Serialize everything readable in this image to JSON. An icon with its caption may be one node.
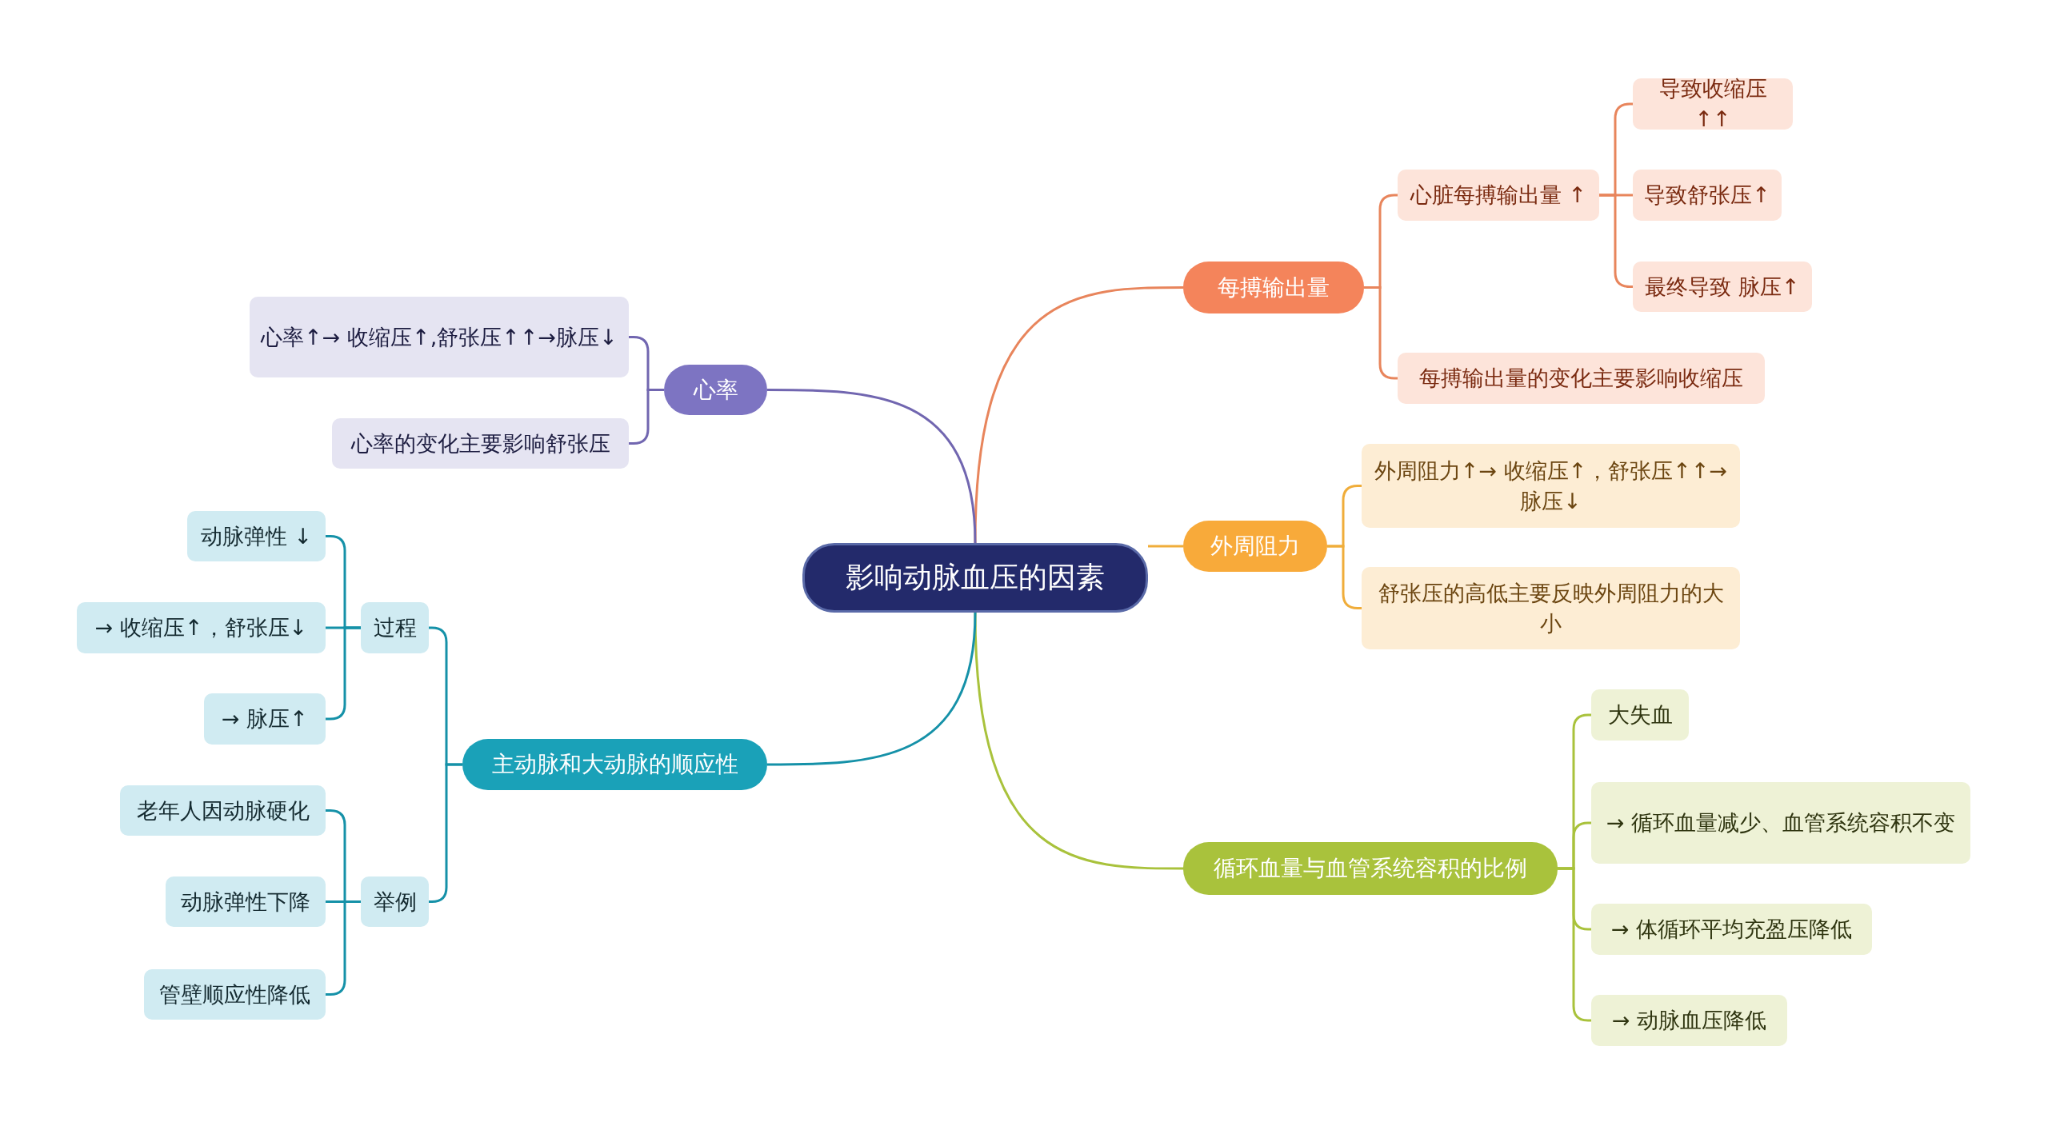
{
  "diagram": {
    "nodes": [
      {
        "text": [
          "影响动脉血压的因素"
        ]
      },
      {
        "text": [
          "每搏输出量"
        ]
      },
      {
        "text": [
          "心脏每搏输出量 ↑"
        ]
      },
      {
        "text": [
          "导致收缩压↑↑"
        ]
      },
      {
        "text": [
          "导致舒张压↑"
        ]
      },
      {
        "text": [
          "最终导致 脉压↑"
        ]
      },
      {
        "text": [
          "每搏输出量的变化主要影响收缩压"
        ]
      },
      {
        "text": [
          "外周阻力"
        ]
      },
      {
        "text": [
          "外周阻力↑→ 收缩压↑，舒张压↑↑→ 脉压↓"
        ]
      },
      {
        "text": [
          "舒张压的高低主要反映外周阻力的大小"
        ]
      },
      {
        "text": [
          "循环血量与血管系统容积的比例"
        ]
      },
      {
        "text": [
          "大失血"
        ]
      },
      {
        "text": [
          "→ 循环血量减少、血管系统容积不变"
        ]
      },
      {
        "text": [
          "→ 体循环平均充盈压降低"
        ]
      },
      {
        "text": [
          "→ 动脉血压降低"
        ]
      },
      {
        "text": [
          "心率"
        ]
      },
      {
        "text": [
          "心率↑→ 收缩压↑,舒张压↑↑→脉压↓"
        ]
      },
      {
        "text": [
          "心率的变化主要影响舒张压"
        ]
      },
      {
        "text": [
          "主动脉和大动脉的顺应性"
        ]
      },
      {
        "text": [
          "过程"
        ]
      },
      {
        "text": [
          "动脉弹性 ↓"
        ]
      },
      {
        "text": [
          "→  收缩压↑，舒张压↓"
        ]
      },
      {
        "text": [
          "→  脉压↑"
        ]
      },
      {
        "text": [
          "举例"
        ]
      },
      {
        "text": [
          "老年人因动脉硬化"
        ]
      },
      {
        "text": [
          "动脉弹性下降"
        ]
      },
      {
        "text": [
          "管壁顺应性降低"
        ]
      }
    ],
    "edges": [
      {
        "from": 0,
        "to": 1,
        "arrow": "none",
        "color": "#e8855c"
      },
      {
        "from": 1,
        "to": 2,
        "arrow": "none",
        "color": "#e8855c"
      },
      {
        "from": 2,
        "to": 3,
        "arrow": "none",
        "color": "#e8855c"
      },
      {
        "from": 2,
        "to": 4,
        "arrow": "none",
        "color": "#e8855c"
      },
      {
        "from": 2,
        "to": 5,
        "arrow": "none",
        "color": "#e8855c"
      },
      {
        "from": 1,
        "to": 6,
        "arrow": "none",
        "color": "#e8855c"
      },
      {
        "from": 0,
        "to": 7,
        "arrow": "none",
        "color": "#f0ad3a"
      },
      {
        "from": 7,
        "to": 8,
        "arrow": "none",
        "color": "#f0ad3a"
      },
      {
        "from": 7,
        "to": 9,
        "arrow": "none",
        "color": "#f0ad3a"
      },
      {
        "from": 0,
        "to": 10,
        "arrow": "none",
        "color": "#a9c23c"
      },
      {
        "from": 10,
        "to": 11,
        "arrow": "none",
        "color": "#a9c23c"
      },
      {
        "from": 10,
        "to": 12,
        "arrow": "none",
        "color": "#a9c23c"
      },
      {
        "from": 10,
        "to": 13,
        "arrow": "none",
        "color": "#a9c23c"
      },
      {
        "from": 10,
        "to": 14,
        "arrow": "none",
        "color": "#a9c23c"
      },
      {
        "from": 0,
        "to": 15,
        "arrow": "none",
        "color": "#7166b0"
      },
      {
        "from": 15,
        "to": 16,
        "arrow": "none",
        "color": "#7166b0"
      },
      {
        "from": 15,
        "to": 17,
        "arrow": "none",
        "color": "#7166b0"
      },
      {
        "from": 0,
        "to": 18,
        "arrow": "none",
        "color": "#1591a8"
      },
      {
        "from": 18,
        "to": 19,
        "arrow": "none",
        "color": "#1591a8"
      },
      {
        "from": 19,
        "to": 20,
        "arrow": "none",
        "color": "#1591a8"
      },
      {
        "from": 19,
        "to": 21,
        "arrow": "none",
        "color": "#1591a8"
      },
      {
        "from": 19,
        "to": 22,
        "arrow": "none",
        "color": "#1591a8"
      },
      {
        "from": 18,
        "to": 23,
        "arrow": "none",
        "color": "#1591a8"
      },
      {
        "from": 23,
        "to": 24,
        "arrow": "none",
        "color": "#1591a8"
      },
      {
        "from": 23,
        "to": 25,
        "arrow": "none",
        "color": "#1591a8"
      },
      {
        "from": 23,
        "to": 26,
        "arrow": "none",
        "color": "#1591a8"
      }
    ]
  }
}
